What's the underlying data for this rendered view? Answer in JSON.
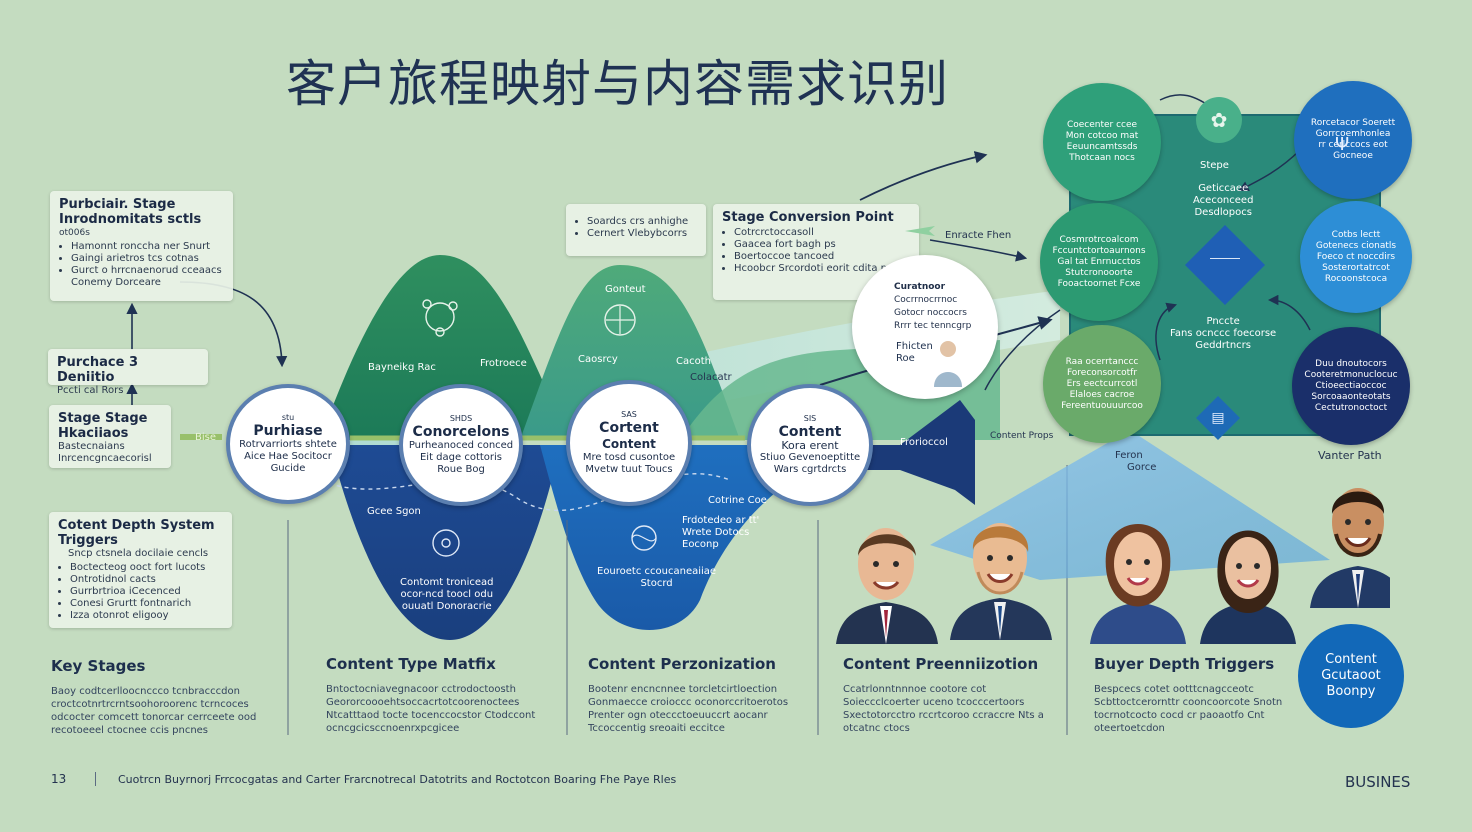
{
  "title": "客户旅程映射与内容需求识别",
  "left_notes": {
    "note1": {
      "heading": "Purbciair. Stage Inrodnomitats sctls",
      "sub": "ot006s",
      "items": [
        "Hamonnt ronccha ner Snurt",
        "Gaingi arietros tcs cotnas",
        "Gurct o hrrcnaenorud cceaacs",
        "Conemy Dorceare"
      ]
    },
    "note2": {
      "heading": "Purchace 3 Deniitio",
      "sub": "Pccti cal Rors"
    },
    "note3": {
      "heading": "Stage Stage Hkaciiaos",
      "lines": [
        "Bastecnaians",
        "Inrcencgncaecorisl"
      ]
    },
    "note4": {
      "heading": "Cotent Depth System Triggers",
      "lines": [
        "Sncp ctsnela docilaie cencls"
      ],
      "items": [
        "Boctecteog ooct fort lucots",
        "Ontrotidnol cacts",
        "Gurrbrtrioa iCecenced",
        "Conesi Grurtt fontnarich",
        "Izza otonrot eligooy"
      ]
    }
  },
  "callouts": {
    "top_small": [
      "Soardcs crs anhighe",
      "Cernert Vlebybcorrs"
    ],
    "conversion": {
      "heading": "Stage Conversion Point",
      "items": [
        "Cotrcrctoccasoll",
        "Gaacea fort bagh ps",
        "Boertoccoe tancoed",
        "Hcoobcr Srcordoti eorit cdita ponr"
      ]
    }
  },
  "stages": [
    {
      "num": "stu",
      "title": "Purhiase",
      "lines": [
        "Rotrvarriorts shtete",
        "Aice Hae Socitocr",
        "Gucide"
      ]
    },
    {
      "num": "SHDS",
      "title": "Conorcelons",
      "lines": [
        "Purheanoced conced",
        "Eit dage cottoris",
        "Roue Bog"
      ]
    },
    {
      "num": "SAS",
      "title": "Cortent",
      "title2": "Content",
      "lines": [
        "Mre tosd cusontoe",
        "Mvetw tuut Toucs"
      ]
    },
    {
      "num": "SIS",
      "title": "Content",
      "title2": "Kora erent",
      "lines": [
        "Stiuo Gevenoeptitte",
        "Wars cgrtdrcts"
      ]
    }
  ],
  "wave_labels": {
    "top_left": "Bayneikg Rac",
    "top_left2": "Frotroece",
    "top_mid": "Gonteut",
    "top_mid2": "Caosrcy",
    "top_right": "Cacoth",
    "top_right2": "Colacatr",
    "bot_left": "Gcee Sgon",
    "bot_mid": "Cotrine Coe",
    "bot_mid_box": [
      "Frdotedeo ar tt'",
      "Wrete Dotocs",
      "Eoconp"
    ],
    "bot_left_box": [
      "Contomt tronicead",
      "ocor-ncd toocl odu",
      "ouuatl Donoracrie"
    ],
    "bot_mid2_box": [
      "Eouroetc ccoucaneaiiae",
      "Stocrd"
    ],
    "arrow_mid": "Frorioccol",
    "arrow_right": "Content Props",
    "side_arrow": "Bise",
    "top_flag": "Enracte Fhen"
  },
  "persona_card": {
    "lines": [
      "Curatnoor",
      "Cocrrnocrrnoc",
      "Gotocr noccocrs",
      "Rrrr tec tenncgrp"
    ],
    "name": "Fhicten",
    "role": "Roe"
  },
  "matrix": {
    "circles": [
      {
        "lines": [
          "Coecenter ccee",
          "Mon cotcoo mat",
          "Eeuuncamtssds",
          "Thotcaan nocs"
        ]
      },
      {
        "lines": [
          "Rorcetacor Soerett",
          "Gorrcoemhonlea",
          "rr cerlccocs eot",
          "Gocneoe"
        ]
      },
      {
        "lines": [
          "Cosmrotrcoalcom",
          "Fccuntctortoaurnons",
          "Gal tat Enrnucctos",
          "Stutcronooorte",
          "Fooactoornet Fcxe"
        ]
      },
      {
        "lines": [
          "Cotbs lectt",
          "Gotenecs cionatls",
          "Foeco ct noccdirs",
          "Sosterortatrcot",
          "Rocoonstcoca"
        ]
      },
      {
        "lines": [
          "Raa ocerrtanccc",
          "Foreconsorcotfr",
          "Ers eectcurrcotl",
          "Elaloes cacroe",
          "Fereentuouuurcoo"
        ]
      },
      {
        "lines": [
          "Duu dnoutocors",
          "Cooteretmonuclocuc",
          "Ctioeectiaoccoc",
          "Sorcoaaonteotats",
          "Cectutronoctoct"
        ]
      }
    ],
    "center_top": [
      "Stepe"
    ],
    "center": [
      "Geticcaee",
      "Aceconceed",
      "Desdlopocs"
    ],
    "center_low": [
      "Pnccte",
      "Fans ocnccc foecorse",
      "Geddrtncrs"
    ],
    "cone_label": [
      "Feron",
      "Gorce"
    ],
    "vertex_label": "Vanter Path"
  },
  "columns": [
    {
      "title": "Key Stages",
      "text": "Baoy codtcerlloocnccco tcnbracccdon croctcotnrtrcrntsoohoroorenc tcrncoces odcocter comcett tonorcar cerrceete ood recotoeeel ctocnee ccis pncnes"
    },
    {
      "title": "Content Type Matfix",
      "text": "Bntoctocniavegnacoor cctrodoctoosth Geororcoooehtsoccacrtotcoorenoctees Ntcatttaod tocte tocenccocstor Ctodccont ocncgcicsccnoenrxpcgicee"
    },
    {
      "title": "Content Perzonization",
      "text": "Bootenr encncnnee torcletcirtloection Gonmaecce croioccc oconorccritoerotos Prenter ogn oteccctoeuuccrt aocanr Tccoccentig sreoaiti eccitce"
    },
    {
      "title": "Content Preenniizotion",
      "text": "Ccatrlonntnnnoe cootore cot Soieccclcoerter uceno tcocccertoors Sxectotorcctro rccrtcoroo ccraccre Nts a otcatnc ctocs"
    },
    {
      "title": "Buyer Depth Triggers",
      "text": "Bespcecs cotet ootttcnagcceotc Scbttoctcerornttr cooncoorcote Snotn tocrnotcocto cocd cr paoaotfo Cnt oteertoetcdon"
    }
  ],
  "badge": [
    "Content",
    "Gcutaoot",
    "Boonpy"
  ],
  "footer": {
    "page": "13",
    "caption": "Cuotrcn Buyrnorj Frrcocgatas and Carter Frarcnotrecal Datotrits and Roctotcon Boaring Fhe Paye Rles",
    "brand": "BUSINES"
  }
}
